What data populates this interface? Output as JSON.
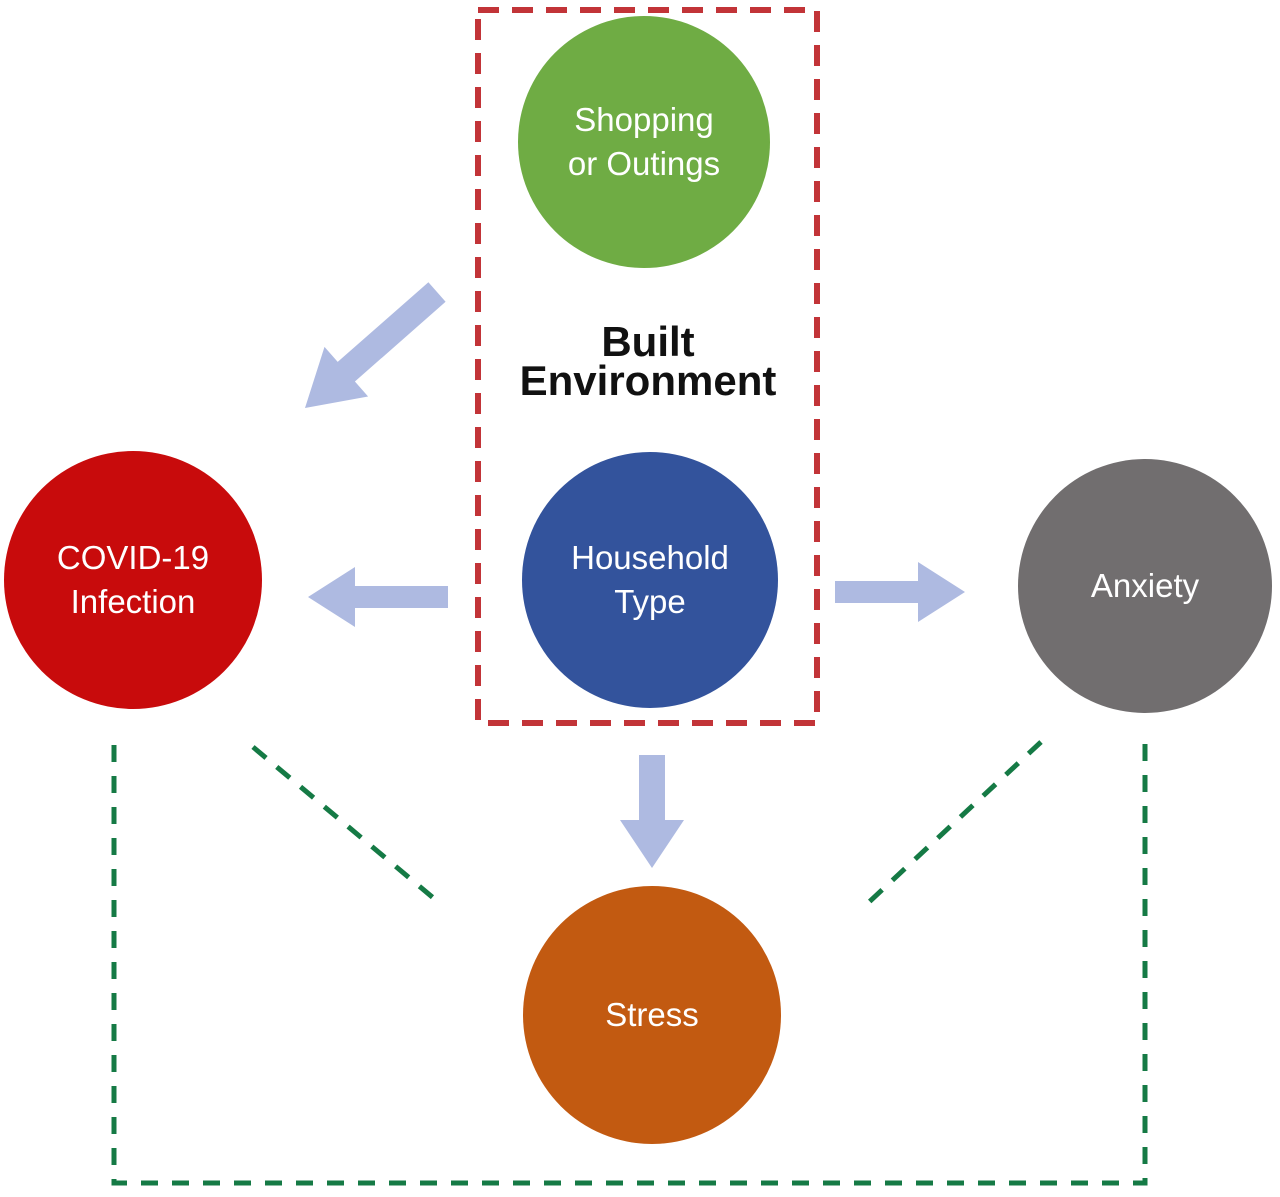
{
  "diagram": {
    "group": {
      "label": "Built Environment",
      "lines": [
        "Built",
        "Environment"
      ],
      "border_color": "#C23438"
    },
    "nodes": {
      "shopping": {
        "label": "Shopping or Outings",
        "lines": [
          "Shopping",
          "or Outings"
        ],
        "color": "#6FAC44",
        "text_color": "#FFFFFF"
      },
      "household": {
        "label": "Household Type",
        "lines": [
          "Household",
          "Type"
        ],
        "color": "#33539C",
        "text_color": "#FFFFFF"
      },
      "covid": {
        "label": "COVID-19 Infection",
        "lines": [
          "COVID-19",
          "Infection"
        ],
        "color": "#C80B0C",
        "text_color": "#FFFFFF"
      },
      "anxiety": {
        "label": "Anxiety",
        "lines": [
          "Anxiety"
        ],
        "color": "#716E6F",
        "text_color": "#FFFFFF"
      },
      "stress": {
        "label": "Stress",
        "lines": [
          "Stress"
        ],
        "color": "#C25A11",
        "text_color": "#FFFFFF"
      }
    },
    "edges": {
      "arrow_color": "#AEBAE1",
      "dashed_color": "#157A45",
      "arrows": [
        {
          "from": "Shopping or Outings",
          "to": "COVID-19 Infection",
          "style": "solid-arrow"
        },
        {
          "from": "Household Type",
          "to": "COVID-19 Infection",
          "style": "solid-arrow"
        },
        {
          "from": "Household Type",
          "to": "Anxiety",
          "style": "solid-arrow"
        },
        {
          "from": "Household Type",
          "to": "Stress",
          "style": "solid-arrow"
        }
      ],
      "dashed_links": [
        {
          "from": "COVID-19 Infection",
          "to": "Stress",
          "style": "green-dashed"
        },
        {
          "from": "Anxiety",
          "to": "Stress",
          "style": "green-dashed"
        },
        {
          "from": "COVID-19 Infection",
          "to": "Anxiety",
          "style": "green-dashed"
        }
      ]
    }
  }
}
